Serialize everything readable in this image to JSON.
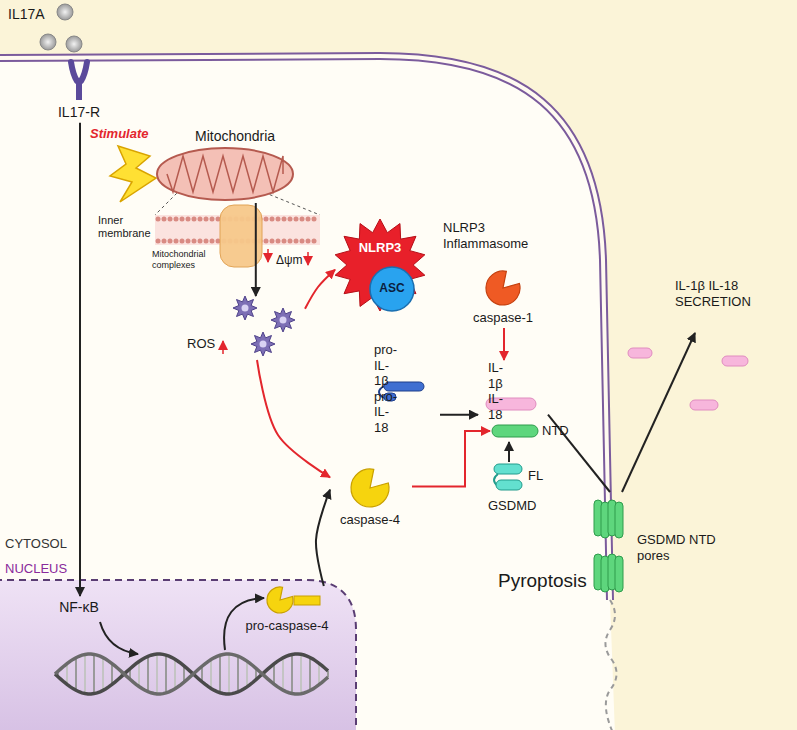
{
  "diagram": {
    "nodes": [
      {
        "text": [
          "IL17-R"
        ]
      },
      {
        "text": [
          "Mitochondria"
        ]
      },
      {
        "text": [
          "NLRP3",
          "NLRP3 Inflammasome"
        ]
      },
      {
        "text": [
          "ASC"
        ],
        "in": 2
      },
      {
        "text": [
          "IL-1β IL-18 SECRETION"
        ]
      },
      {
        "text": [
          "caspase-1"
        ]
      },
      {
        "text": [
          "ROS"
        ]
      },
      {
        "text": [
          "pro-IL-1β pro-IL-18"
        ]
      },
      {
        "text": [
          "IL-1β IL-18"
        ]
      },
      {
        "text": [
          "NTD"
        ]
      },
      {
        "text": [
          "caspase-4"
        ]
      },
      {
        "text": [
          "FL",
          "GSDMD"
        ]
      },
      {
        "text": [
          "GSDMD NTD pores"
        ]
      },
      {
        "text": [
          "NUCLEUS"
        ]
      },
      {
        "text": [
          "NF-κB"
        ],
        "in": 13
      },
      {
        "text": [
          "pro-caspase-4"
        ],
        "in": 13
      }
    ],
    "edges": [
      {
        "from": 0,
        "to": 14,
        "arrow": "to"
      },
      {
        "from": 1,
        "to": 6,
        "arrow": "to"
      },
      {
        "from": 6,
        "to": 2,
        "arrow": "to"
      },
      {
        "from": 6,
        "to": 10,
        "arrow": "to"
      },
      {
        "from": 5,
        "to": 8,
        "arrow": "to"
      },
      {
        "from": 7,
        "to": 8,
        "arrow": "to"
      },
      {
        "from": 15,
        "to": 10,
        "arrow": "to"
      },
      {
        "from": 10,
        "to": 9,
        "arrow": "to"
      },
      {
        "from": 11,
        "to": 9,
        "arrow": "to"
      },
      {
        "from": 8,
        "to": 12,
        "arrow": "none"
      },
      {
        "from": 12,
        "to": 4,
        "arrow": "to"
      }
    ],
    "labels": [
      "IL17A",
      "Stimulate",
      "Inner membrane",
      "Mitochondrial complexes",
      "Δψm",
      "CYTOSOL",
      "Pyroptosis"
    ]
  }
}
